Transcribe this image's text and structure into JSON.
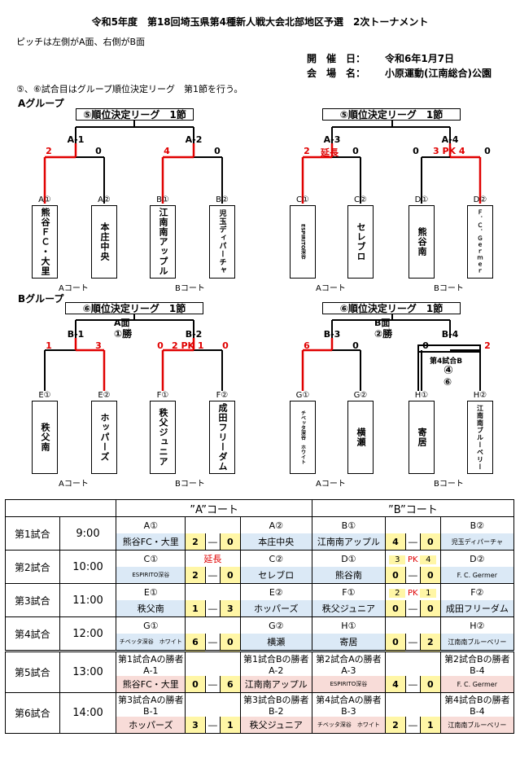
{
  "header": {
    "title": "令和5年度　第18回埼玉県第4種新人戦大会北部地区予選　2次トーナメント",
    "pitch_note": "ピッチは左側がA面、右側がB面",
    "date_label": "開　催　日：",
    "date_value": "令和6年1月7日",
    "venue_label": "会　場　名：",
    "venue_value": "小原運動(江南総合)公園",
    "league_note": "⑤、⑥試合目はグループ順位決定リーグ　第1節を行う。"
  },
  "groupA": {
    "label": "Aグループ",
    "league_left": "⑤順位決定リーグ　1節",
    "league_right": "⑤順位決定リーグ　1節",
    "matches": [
      {
        "id": "A-1",
        "left_score": "2",
        "right_score": "0"
      },
      {
        "id": "A-2",
        "left_score": "4",
        "right_score": "0"
      },
      {
        "id": "A-3",
        "left_score": "2",
        "right_score": "0",
        "extra": "延長"
      },
      {
        "id": "A-4",
        "left_score": "0",
        "right_score": "0",
        "pk": "3 PK 4"
      }
    ],
    "teams": [
      {
        "seed": "A①",
        "name": "熊谷ＦＣ・大里"
      },
      {
        "seed": "A②",
        "name": "本庄中央"
      },
      {
        "seed": "B①",
        "name": "江南南アップル"
      },
      {
        "seed": "B②",
        "name": "児玉ディパーチャ"
      },
      {
        "seed": "C①",
        "name": "ESPIRITO深谷"
      },
      {
        "seed": "C②",
        "name": "セレブロ"
      },
      {
        "seed": "D①",
        "name": "熊谷南"
      },
      {
        "seed": "D②",
        "name": "Ｆ．Ｃ．Ｇｅｒｍｅｒ"
      }
    ],
    "courts": [
      "Aコート",
      "Bコート",
      "Aコート",
      "Bコート"
    ]
  },
  "groupB": {
    "label": "Bグループ",
    "league_left": "⑥順位決定リーグ　1節",
    "league_right": "⑥順位決定リーグ　1節",
    "left_face": "A面",
    "left_win": "①勝",
    "right_face": "B面",
    "right_win": "②勝",
    "matches": [
      {
        "id": "B-1",
        "left_score": "1",
        "right_score": "3"
      },
      {
        "id": "B-2",
        "left_score": "0",
        "right_score": "0",
        "pk": "2 PK 1"
      },
      {
        "id": "B-3",
        "left_score": "6",
        "right_score": "0"
      },
      {
        "id": "B-4",
        "left_score": "0",
        "right_score": "2"
      }
    ],
    "b4_note": "第4試合B",
    "b4_circle1": "④",
    "b4_circle2": "⑥",
    "teams": [
      {
        "seed": "E①",
        "name": "秩父南"
      },
      {
        "seed": "E②",
        "name": "ホッパーズ"
      },
      {
        "seed": "F①",
        "name": "秩父ジュニア"
      },
      {
        "seed": "F②",
        "name": "成田フリーダム"
      },
      {
        "seed": "G①",
        "name": "チベッタ深谷　ホワイト"
      },
      {
        "seed": "G②",
        "name": "横瀬"
      },
      {
        "seed": "H①",
        "name": "寄居"
      },
      {
        "seed": "H②",
        "name": "江南南ブルーベリー"
      }
    ],
    "courts": [
      "Aコート",
      "Bコート",
      "Aコート",
      "Bコート"
    ]
  },
  "schedule": {
    "court_a": "”A”コート",
    "court_b": "”B”コート",
    "dash": "―",
    "rows": [
      {
        "label": "第1試合",
        "time": "9:00",
        "a_top": [
          "A①",
          "",
          "A②"
        ],
        "b_top": [
          "B①",
          "",
          "B②"
        ],
        "a": [
          "熊谷FC・大里",
          "2",
          "0",
          "本庄中央"
        ],
        "b": [
          "江南南アップル",
          "4",
          "0",
          "児玉ディパーチャ"
        ]
      },
      {
        "label": "第2試合",
        "time": "10:00",
        "a_top": [
          "C①",
          "延長",
          "C②"
        ],
        "b_top": [
          "D①",
          "",
          "D②"
        ],
        "a": [
          "ESPIRITO深谷",
          "2",
          "0",
          "セレブロ"
        ],
        "b": [
          "熊谷南",
          "0",
          "0",
          "F. C. Germer"
        ],
        "b_pk": [
          "3",
          "PK",
          "4"
        ]
      },
      {
        "label": "第3試合",
        "time": "11:00",
        "a_top": [
          "E①",
          "",
          "E②"
        ],
        "b_top": [
          "F①",
          "",
          "F②"
        ],
        "a": [
          "秩父南",
          "1",
          "3",
          "ホッパーズ"
        ],
        "b": [
          "秩父ジュニア",
          "0",
          "0",
          "成田フリーダム"
        ],
        "b_pk": [
          "2",
          "PK",
          "1"
        ]
      },
      {
        "label": "第4試合",
        "time": "12:00",
        "a_top": [
          "G①",
          "",
          "G②"
        ],
        "b_top": [
          "H①",
          "",
          "H②"
        ],
        "a": [
          "チベッタ深谷　ホワイト",
          "6",
          "0",
          "横瀬"
        ],
        "b": [
          "寄居",
          "0",
          "2",
          "江南南ブルーベリー"
        ]
      },
      {
        "label": "第5試合",
        "time": "13:00",
        "a_top": [
          "第1試合Aの勝者A-1",
          "",
          "第1試合Bの勝者A-2"
        ],
        "b_top": [
          "第2試合Aの勝者A-3",
          "",
          "第2試合Bの勝者B-4"
        ],
        "a": [
          "熊谷FC・大里",
          "0",
          "6",
          "江南南アップル"
        ],
        "b": [
          "ESPIRITO深谷",
          "4",
          "0",
          "F. C. Germer"
        ]
      },
      {
        "label": "第6試合",
        "time": "14:00",
        "a_top": [
          "第3試合Aの勝者B-1",
          "",
          "第3試合Bの勝者B-2"
        ],
        "b_top": [
          "第4試合Aの勝者B-3",
          "",
          "第4試合Bの勝者B-4"
        ],
        "a": [
          "ホッパーズ",
          "3",
          "1",
          "秩父ジュニア"
        ],
        "b": [
          "チベッタ深谷　ホワイト",
          "2",
          "1",
          "江南南ブルーベリー"
        ]
      }
    ]
  }
}
